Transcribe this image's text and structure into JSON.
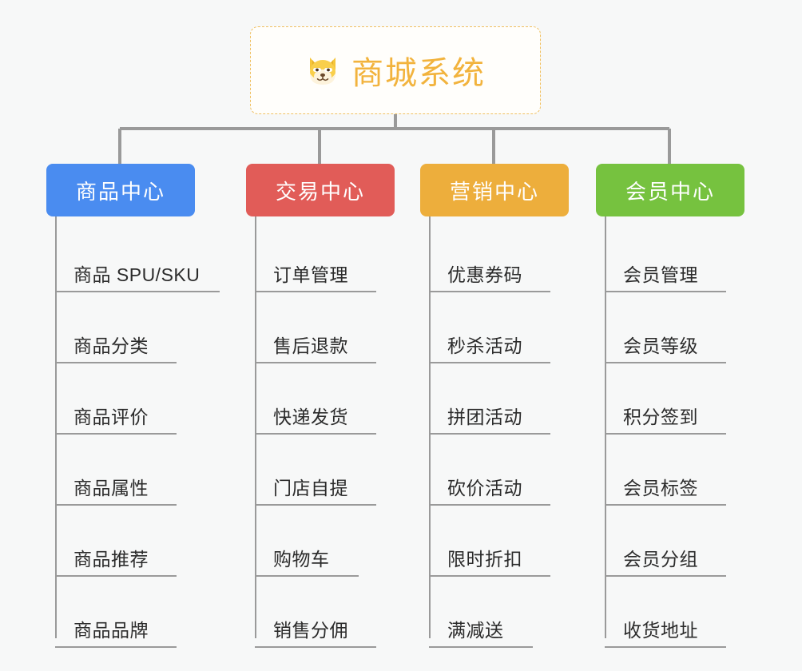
{
  "page": {
    "background_color": "#f7f8f8",
    "line_color": "#9a9a9a"
  },
  "root": {
    "title": "商城系统",
    "icon": "shiba-dog-emoji",
    "text_color": "#f2b33d",
    "border_color": "#f0c061",
    "background_color": "#fffefb"
  },
  "branches": [
    {
      "label": "商品中心",
      "color": "#4a8cf0",
      "items": [
        "商品 SPU/SKU",
        "商品分类",
        "商品评价",
        "商品属性",
        "商品推荐",
        "商品品牌"
      ]
    },
    {
      "label": "交易中心",
      "color": "#e15c58",
      "items": [
        "订单管理",
        "售后退款",
        "快递发货",
        "门店自提",
        "购物车",
        "销售分佣"
      ]
    },
    {
      "label": "营销中心",
      "color": "#edae3c",
      "items": [
        "优惠券码",
        "秒杀活动",
        "拼团活动",
        "砍价活动",
        "限时折扣",
        "满减送"
      ]
    },
    {
      "label": "会员中心",
      "color": "#76c23f",
      "items": [
        "会员管理",
        "会员等级",
        "积分签到",
        "会员标签",
        "会员分组",
        "收货地址"
      ]
    }
  ]
}
